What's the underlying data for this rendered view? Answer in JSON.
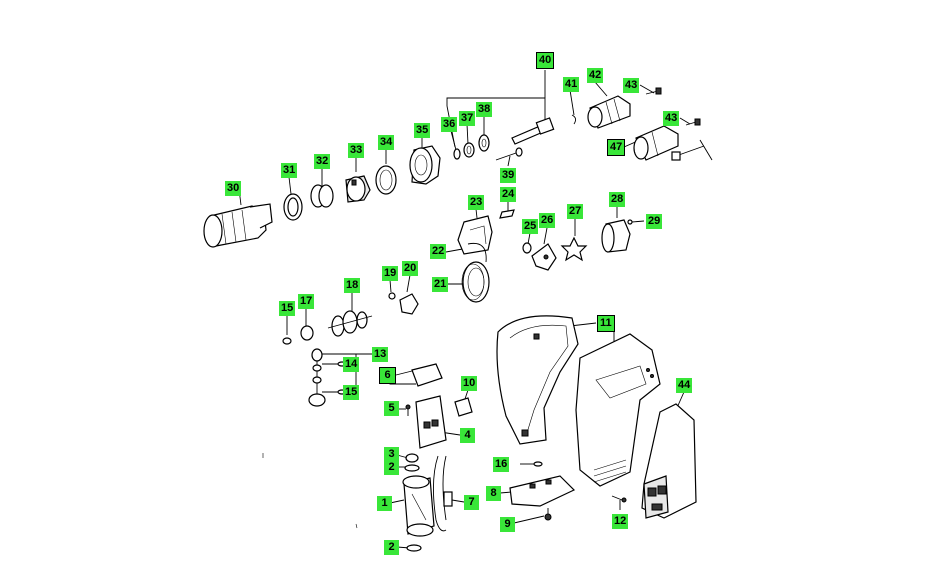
{
  "colors": {
    "label_bg": "#39e639",
    "line": "#000000",
    "background": "#ffffff"
  },
  "labels": [
    {
      "id": "40",
      "text": "40",
      "boxed": true
    },
    {
      "id": "41",
      "text": "41"
    },
    {
      "id": "42",
      "text": "42"
    },
    {
      "id": "43a",
      "text": "43"
    },
    {
      "id": "43b",
      "text": "43"
    },
    {
      "id": "47",
      "text": "47",
      "boxed": true
    },
    {
      "id": "36",
      "text": "36"
    },
    {
      "id": "37",
      "text": "37"
    },
    {
      "id": "38",
      "text": "38"
    },
    {
      "id": "35",
      "text": "35"
    },
    {
      "id": "34",
      "text": "34"
    },
    {
      "id": "33",
      "text": "33"
    },
    {
      "id": "32",
      "text": "32"
    },
    {
      "id": "31",
      "text": "31"
    },
    {
      "id": "30",
      "text": "30"
    },
    {
      "id": "39",
      "text": "39"
    },
    {
      "id": "24",
      "text": "24"
    },
    {
      "id": "23",
      "text": "23"
    },
    {
      "id": "28",
      "text": "28"
    },
    {
      "id": "29",
      "text": "29"
    },
    {
      "id": "26",
      "text": "26"
    },
    {
      "id": "27",
      "text": "27"
    },
    {
      "id": "25",
      "text": "25"
    },
    {
      "id": "22",
      "text": "22"
    },
    {
      "id": "19",
      "text": "19"
    },
    {
      "id": "20",
      "text": "20"
    },
    {
      "id": "21",
      "text": "21"
    },
    {
      "id": "18",
      "text": "18"
    },
    {
      "id": "15a",
      "text": "15"
    },
    {
      "id": "17",
      "text": "17"
    },
    {
      "id": "13",
      "text": "13"
    },
    {
      "id": "14",
      "text": "14"
    },
    {
      "id": "15b",
      "text": "15"
    },
    {
      "id": "11",
      "text": "11",
      "boxed": true
    },
    {
      "id": "6",
      "text": "6",
      "boxed": true
    },
    {
      "id": "10",
      "text": "10"
    },
    {
      "id": "5",
      "text": "5"
    },
    {
      "id": "4",
      "text": "4"
    },
    {
      "id": "44",
      "text": "44"
    },
    {
      "id": "3",
      "text": "3"
    },
    {
      "id": "2a",
      "text": "2"
    },
    {
      "id": "16",
      "text": "16"
    },
    {
      "id": "7",
      "text": "7"
    },
    {
      "id": "1",
      "text": "1"
    },
    {
      "id": "8",
      "text": "8"
    },
    {
      "id": "12",
      "text": "12"
    },
    {
      "id": "9",
      "text": "9"
    },
    {
      "id": "2b",
      "text": "2"
    }
  ]
}
